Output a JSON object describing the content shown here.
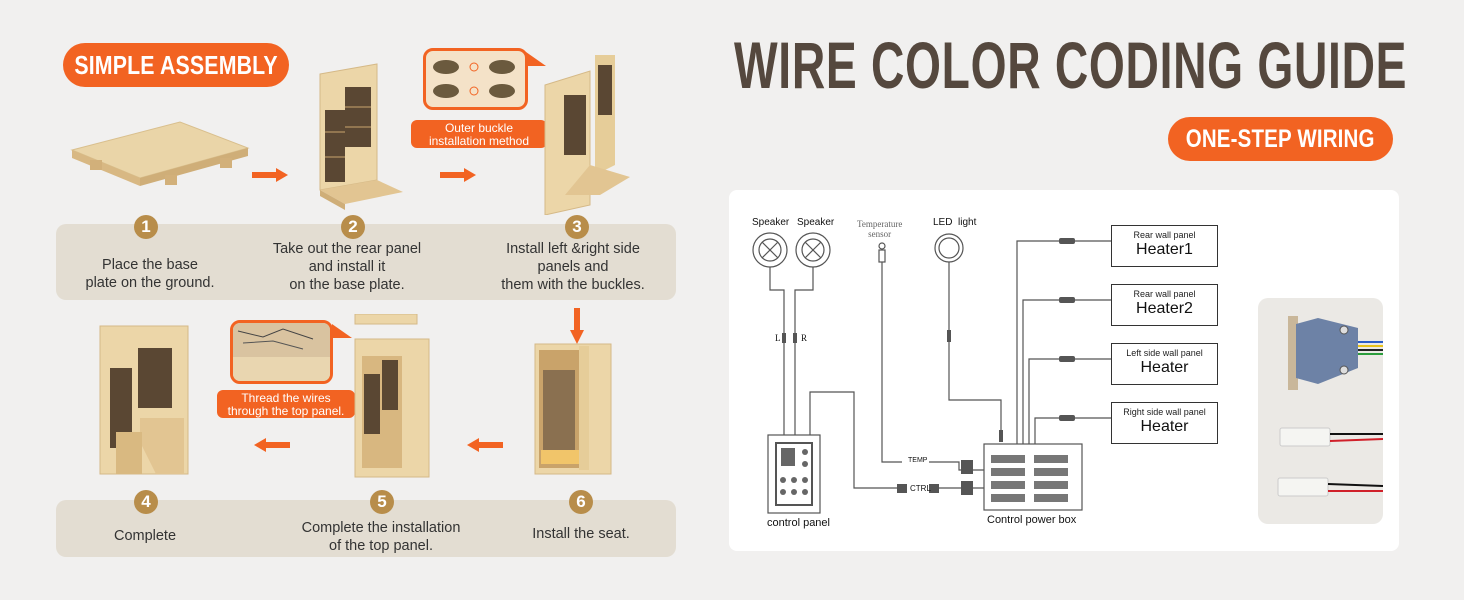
{
  "left_section": {
    "badge": "SIMPLE ASSEMBLY",
    "steps": [
      {
        "number": "1",
        "text": "Place the base\nplate on the ground."
      },
      {
        "number": "2",
        "text": "Take out the rear panel\nand install it\non the base plate."
      },
      {
        "number": "3",
        "text": "Install left &right side\npanels and\nthem with the buckles."
      },
      {
        "number": "4",
        "text": "Complete"
      },
      {
        "number": "5",
        "text": "Complete the installation\nof the top panel."
      },
      {
        "number": "6",
        "text": "Install the seat."
      }
    ],
    "callouts": {
      "buckle": "Outer buckle\ninstallation method",
      "wires": "Thread the wires\nthrough the top panel."
    }
  },
  "right_section": {
    "title": "WIRE COLOR CODING GUIDE",
    "badge": "ONE-STEP WIRING",
    "diagram": {
      "speaker_left": "Speaker",
      "speaker_right": "Speaker",
      "temp_sensor": "Temperature\nsensor",
      "led_light": "LED  light",
      "left_label": "L",
      "right_label": "R",
      "temp_port": "TEMP",
      "ctrl_port": "CTRL",
      "control_panel": "control panel",
      "power_box": "Control power box",
      "heaters": [
        {
          "sub": "Rear wall panel",
          "main": "Heater1"
        },
        {
          "sub": "Rear wall panel",
          "main": "Heater2"
        },
        {
          "sub": "Left side wall panel",
          "main": "Heater"
        },
        {
          "sub": "Right side wall panel",
          "main": "Heater"
        }
      ]
    },
    "parts": [
      "d-sub-connector-cable",
      "2-pin-connector-cable",
      "2-pin-connector-cable"
    ]
  },
  "colors": {
    "accent": "#f26322",
    "step_badge": "#b88d4a",
    "band": "#e3ddd2",
    "title": "#55483e",
    "wood": "#e8cf9f"
  }
}
